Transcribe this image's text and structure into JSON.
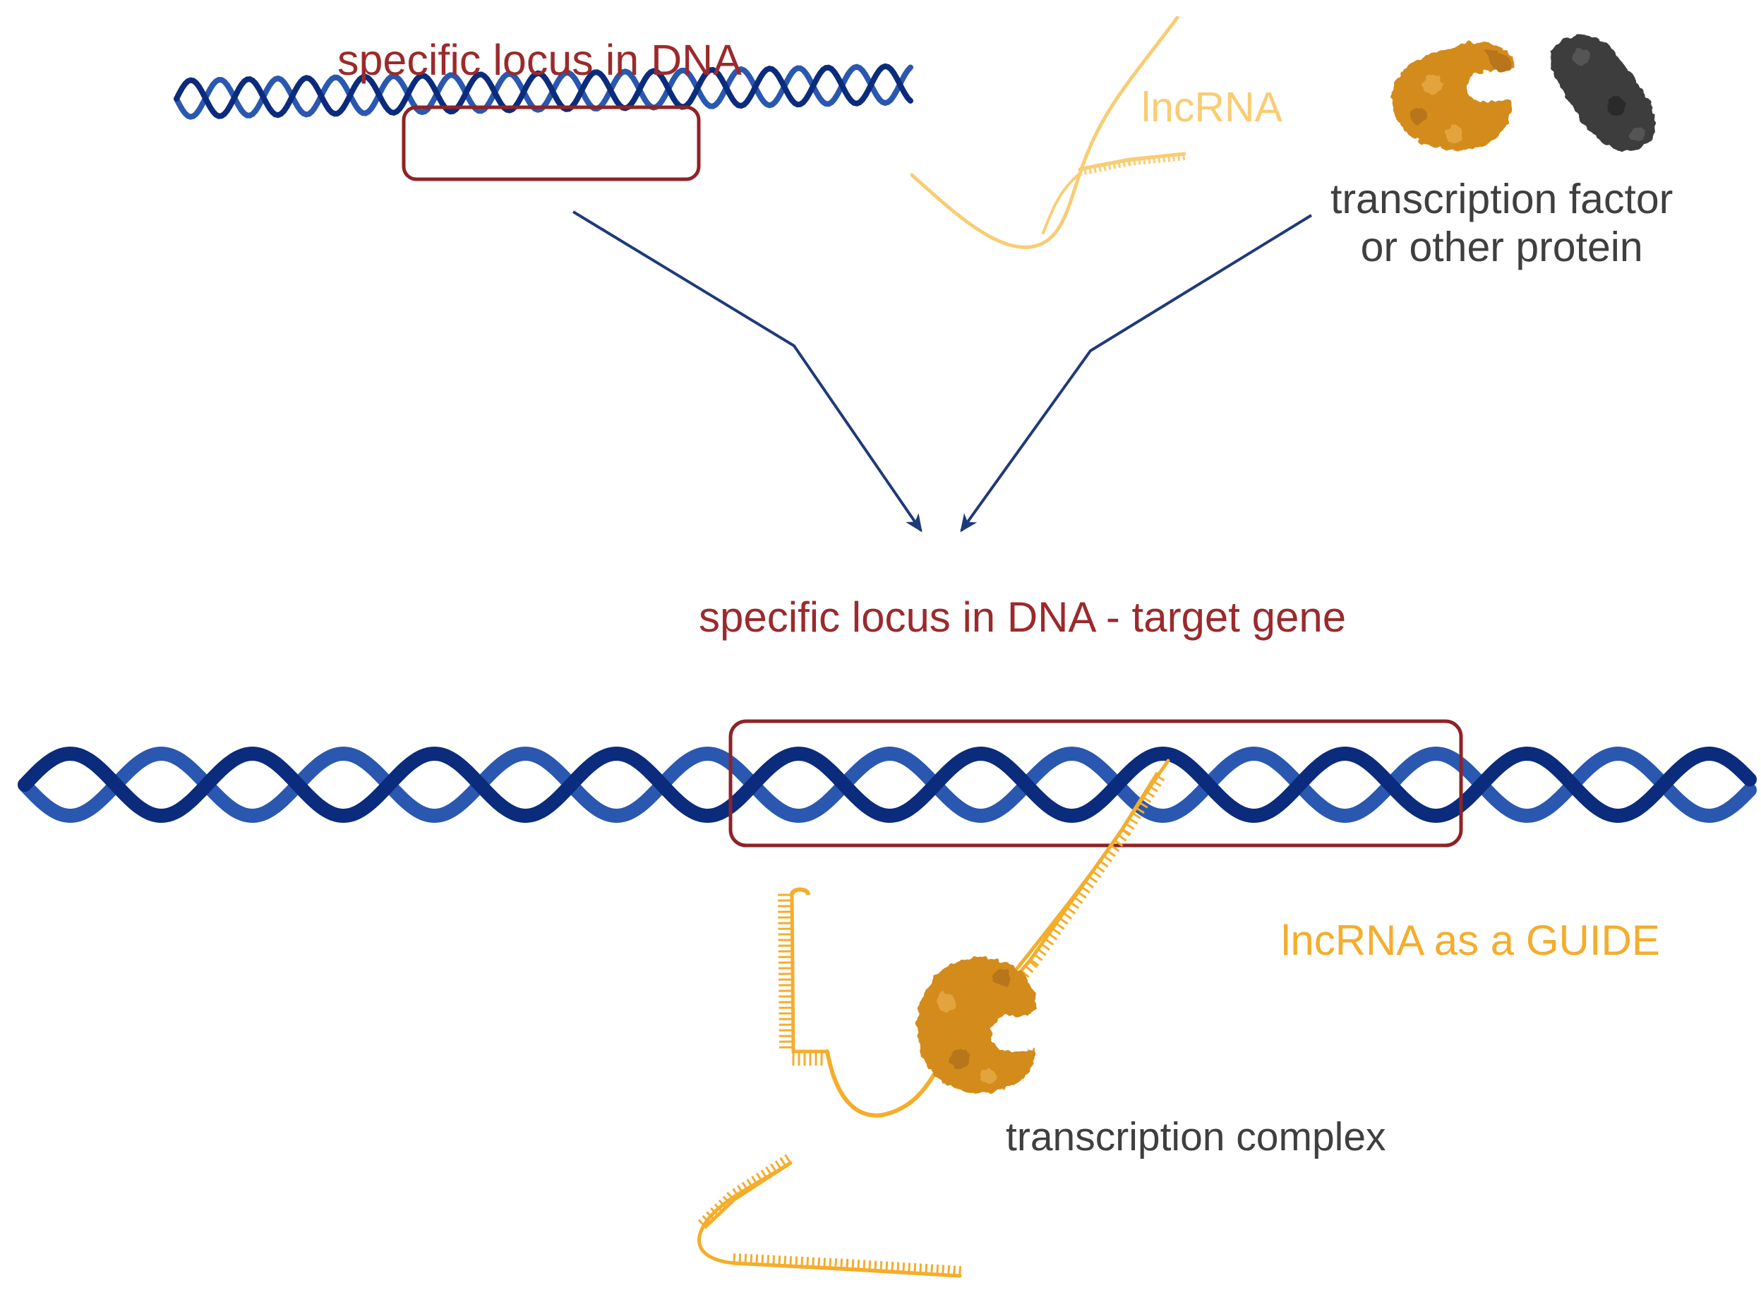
{
  "labels": {
    "locus_top": "specific locus in DNA",
    "lncrna_top": "lncRNA",
    "protein_line1": "transcription factor",
    "protein_line2": "or other protein",
    "target": "specific locus in DNA -  target gene",
    "guide": "lncRNA as a GUIDE",
    "complex": "transcription complex"
  },
  "colors": {
    "locus_text": "#9b2a2c",
    "locus_box": "#8e2325",
    "lncrna": "#f4ad2c",
    "lncrna_pale": "#f8cd73",
    "dna_strand_a": "#0b2b7c",
    "dna_strand_b": "#2a58b0",
    "arrow": "#1f3a7a",
    "protein_text": "#3f3f3f",
    "protein_orange": "#d38b1e",
    "protein_dark": "#3d3d3d"
  },
  "icons": {
    "dna": "dna-double-helix-icon",
    "protein": "protein-blob-icon",
    "rna": "rna-strand-icon"
  }
}
